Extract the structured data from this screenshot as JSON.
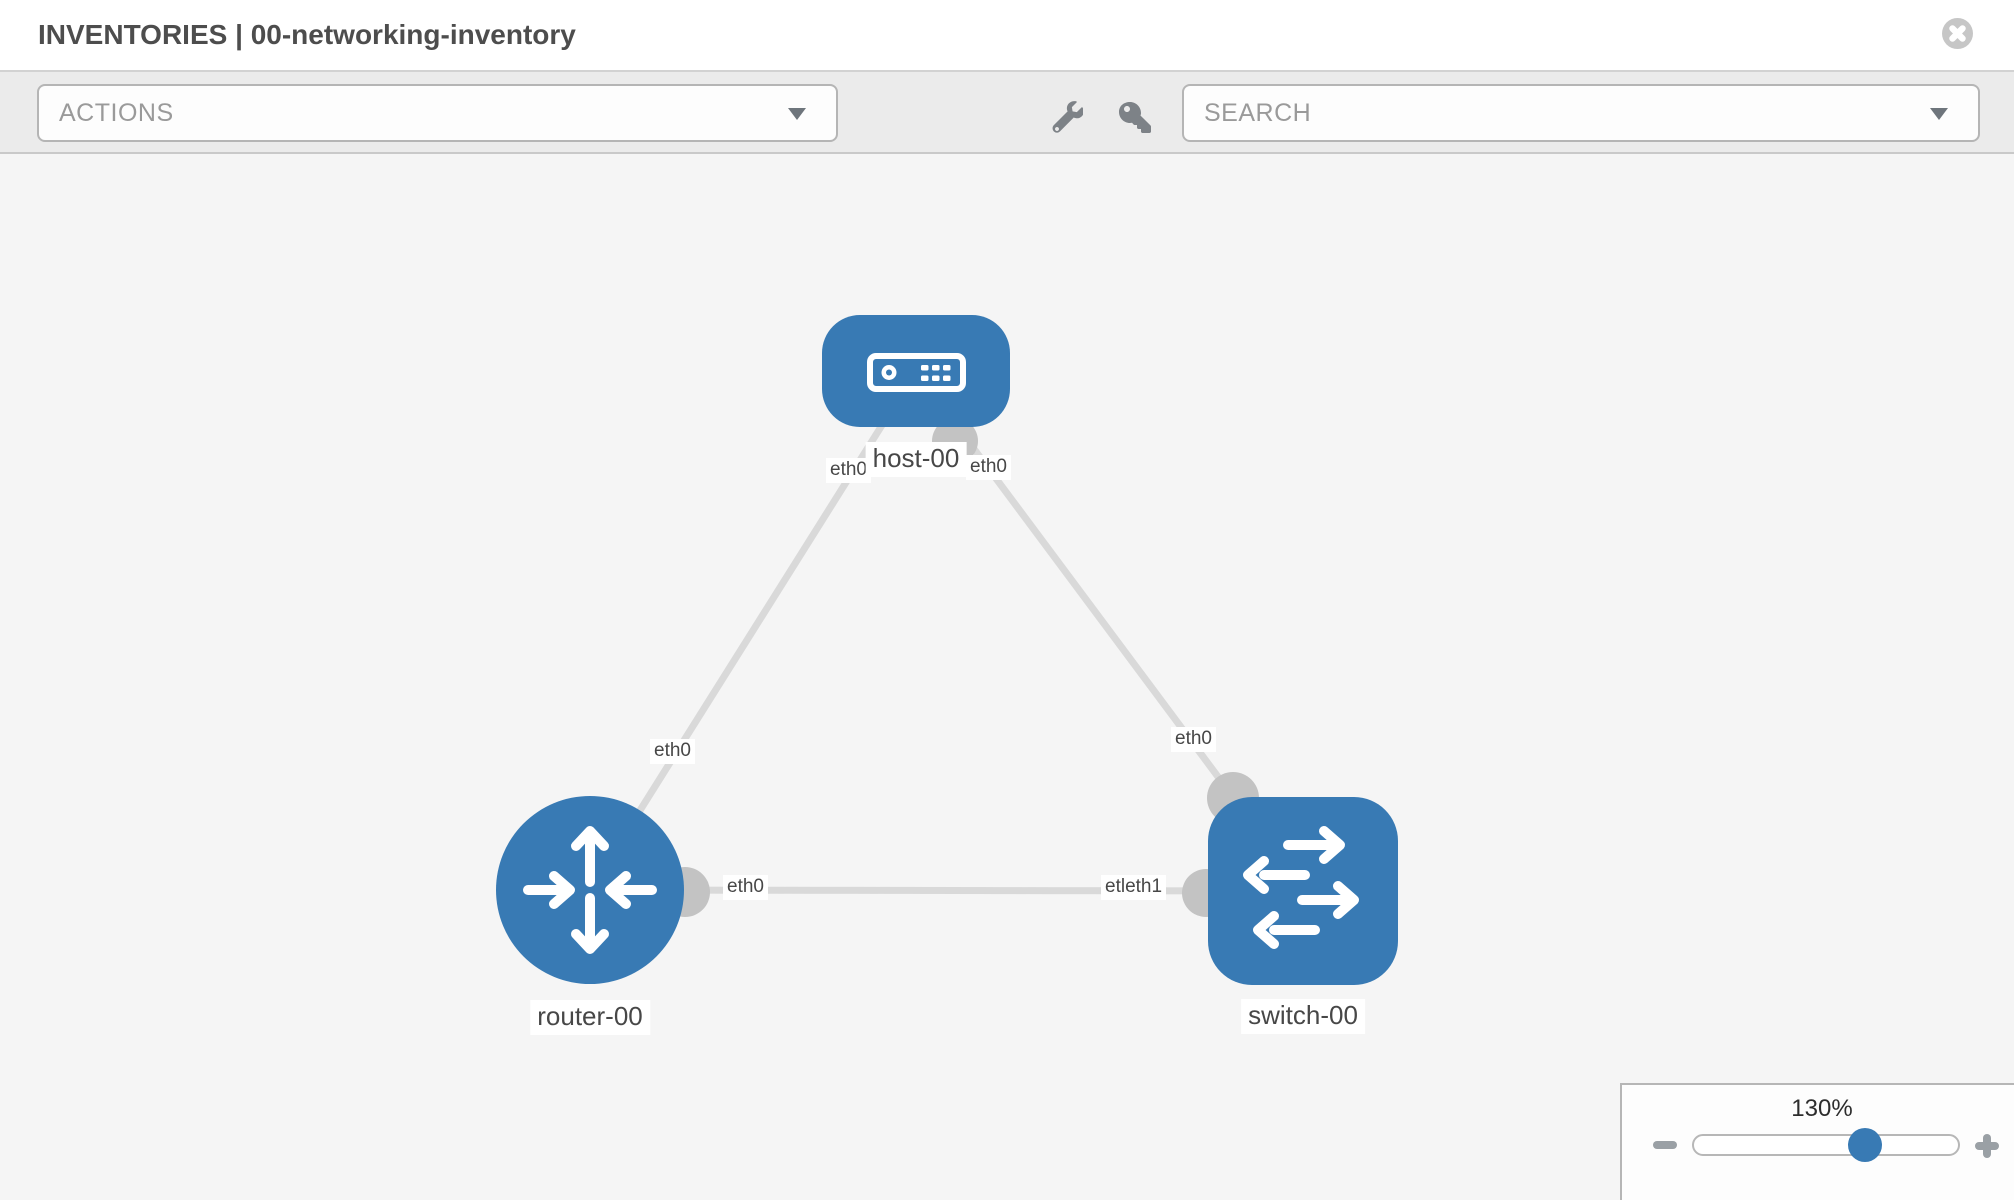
{
  "header": {
    "title": "INVENTORIES | 00-networking-inventory"
  },
  "toolbar": {
    "actions_label": "ACTIONS",
    "search_placeholder": "SEARCH",
    "icons": [
      "wrench-icon",
      "key-icon"
    ]
  },
  "canvas": {
    "nodes": [
      {
        "label": "host-00",
        "type": "host"
      },
      {
        "label": "router-00",
        "type": "router"
      },
      {
        "label": "switch-00",
        "type": "switch"
      }
    ],
    "links": [
      {
        "from": "host-00",
        "to": "router-00"
      },
      {
        "from": "host-00",
        "to": "switch-00"
      },
      {
        "from": "router-00",
        "to": "switch-00"
      }
    ],
    "interface_labels": [
      {
        "text": "eth0"
      },
      {
        "text": "eth0"
      },
      {
        "text": "eth0"
      },
      {
        "text": "eth0"
      },
      {
        "text": "eth0"
      },
      {
        "text": "etleth1"
      }
    ]
  },
  "zoom_control": {
    "level": "130%"
  },
  "colors": {
    "node_blue": "#387ab4",
    "link_gray": "#d9d9d9",
    "connector_gray": "#c3c3c3",
    "toolbar_bg": "#ebebeb",
    "canvas_bg": "#f5f5f5",
    "close_button_gray": "#c6c6c6"
  }
}
